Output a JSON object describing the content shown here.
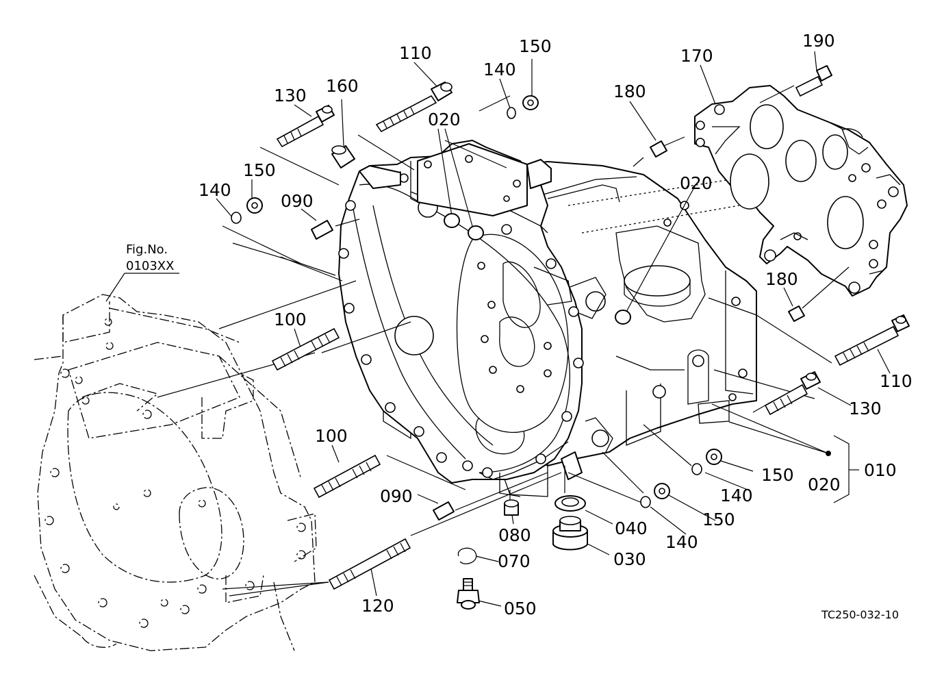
{
  "reference": {
    "line1": "Fig.No.",
    "line2": "0103XX"
  },
  "drawing_code": "TC250-032-10",
  "callouts": [
    {
      "id": "c110a",
      "text": "110"
    },
    {
      "id": "c150a",
      "text": "150"
    },
    {
      "id": "c140a",
      "text": "140"
    },
    {
      "id": "c160",
      "text": "160"
    },
    {
      "id": "c130a",
      "text": "130"
    },
    {
      "id": "c020a",
      "text": "020"
    },
    {
      "id": "c170",
      "text": "170"
    },
    {
      "id": "c190",
      "text": "190"
    },
    {
      "id": "c180a",
      "text": "180"
    },
    {
      "id": "c150b",
      "text": "150"
    },
    {
      "id": "c140b",
      "text": "140"
    },
    {
      "id": "c090a",
      "text": "090"
    },
    {
      "id": "c020b",
      "text": "020"
    },
    {
      "id": "c180b",
      "text": "180"
    },
    {
      "id": "c100a",
      "text": "100"
    },
    {
      "id": "c110b",
      "text": "110"
    },
    {
      "id": "c130b",
      "text": "130"
    },
    {
      "id": "c100b",
      "text": "100"
    },
    {
      "id": "c150c",
      "text": "150"
    },
    {
      "id": "c020c",
      "text": "020"
    },
    {
      "id": "c010",
      "text": "010"
    },
    {
      "id": "c140c",
      "text": "140"
    },
    {
      "id": "c090b",
      "text": "090"
    },
    {
      "id": "c150d",
      "text": "150"
    },
    {
      "id": "c080",
      "text": "080"
    },
    {
      "id": "c040",
      "text": "040"
    },
    {
      "id": "c140d",
      "text": "140"
    },
    {
      "id": "c070",
      "text": "070"
    },
    {
      "id": "c030",
      "text": "030"
    },
    {
      "id": "c120",
      "text": "120"
    },
    {
      "id": "c050",
      "text": "050"
    }
  ]
}
